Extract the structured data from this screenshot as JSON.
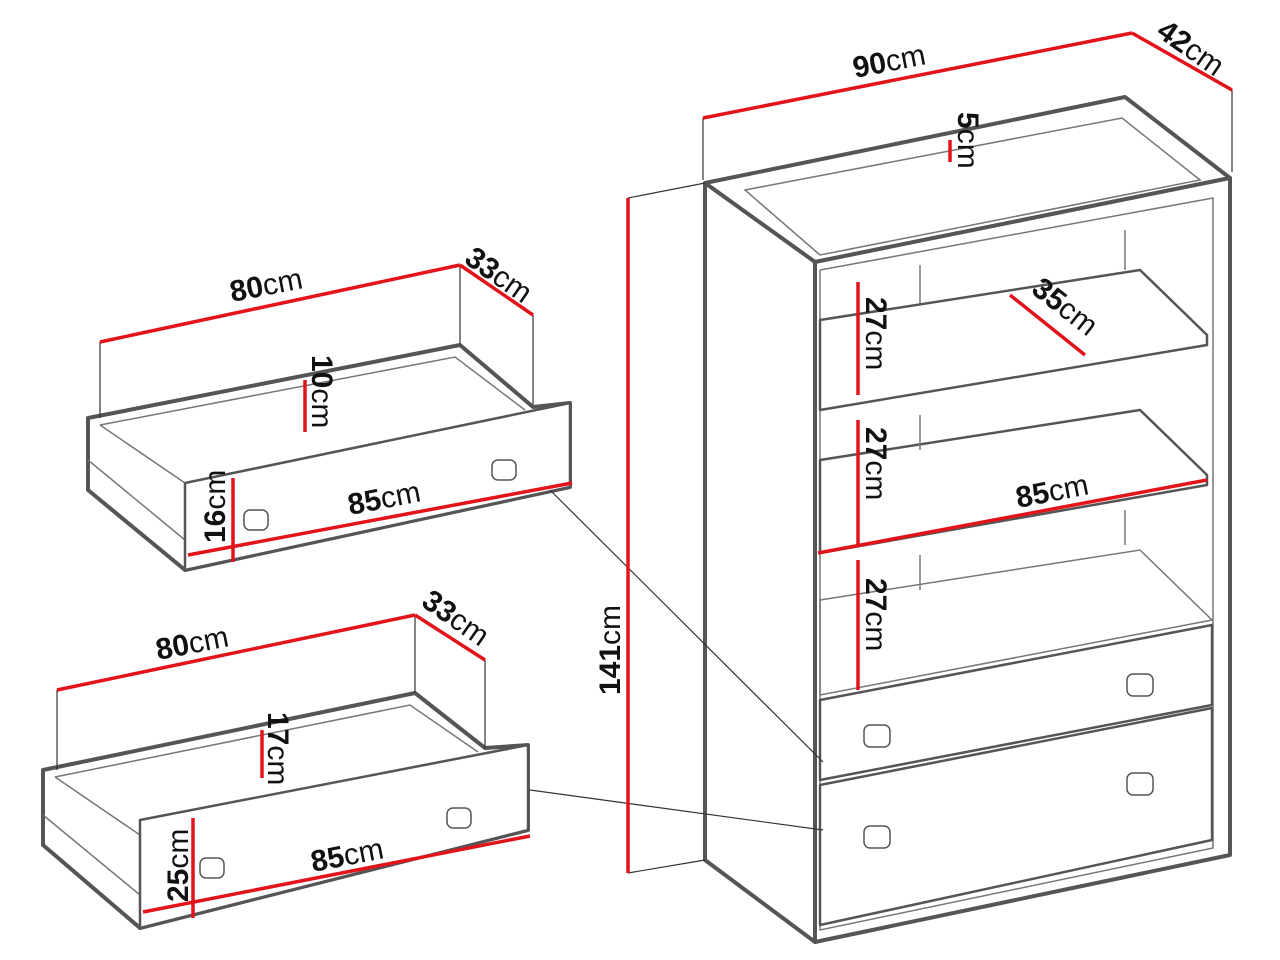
{
  "colors": {
    "dimension_line": "#e3131b",
    "outline": "#555555"
  },
  "cabinet": {
    "width": {
      "value": "90",
      "unit": "cm"
    },
    "depth": {
      "value": "42",
      "unit": "cm"
    },
    "top_gap": {
      "value": "5",
      "unit": "cm"
    },
    "height": {
      "value": "141",
      "unit": "cm"
    },
    "shelf_gap_1": {
      "value": "27",
      "unit": "cm"
    },
    "shelf_gap_2": {
      "value": "27",
      "unit": "cm"
    },
    "shelf_gap_3": {
      "value": "27",
      "unit": "cm"
    },
    "shelf_depth": {
      "value": "35",
      "unit": "cm"
    },
    "inner_width": {
      "value": "85",
      "unit": "cm"
    }
  },
  "drawer_small": {
    "inner_width": {
      "value": "80",
      "unit": "cm"
    },
    "depth": {
      "value": "33",
      "unit": "cm"
    },
    "inner_height": {
      "value": "10",
      "unit": "cm"
    },
    "front_height": {
      "value": "16",
      "unit": "cm"
    },
    "front_width": {
      "value": "85",
      "unit": "cm"
    }
  },
  "drawer_large": {
    "inner_width": {
      "value": "80",
      "unit": "cm"
    },
    "depth": {
      "value": "33",
      "unit": "cm"
    },
    "inner_height": {
      "value": "17",
      "unit": "cm"
    },
    "front_height": {
      "value": "25",
      "unit": "cm"
    },
    "front_width": {
      "value": "85",
      "unit": "cm"
    }
  }
}
